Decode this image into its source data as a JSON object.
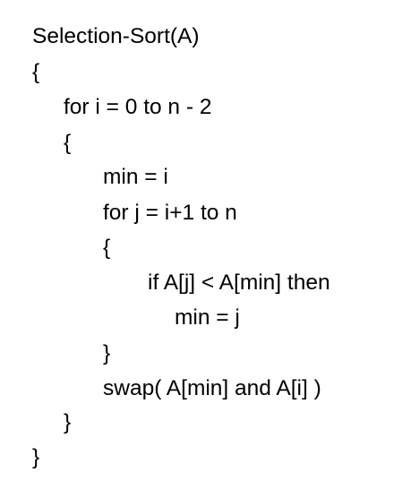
{
  "title": "Selection-Sort(A)",
  "lines": [
    "Selection-Sort(A)",
    "{",
    "for i = 0 to n - 2",
    "{",
    "min = i",
    "for j = i+1 to n",
    "{",
    "if A[j] < A[min] then",
    "min = j",
    "}",
    "swap( A[min] and A[i] )",
    "}",
    "}"
  ]
}
